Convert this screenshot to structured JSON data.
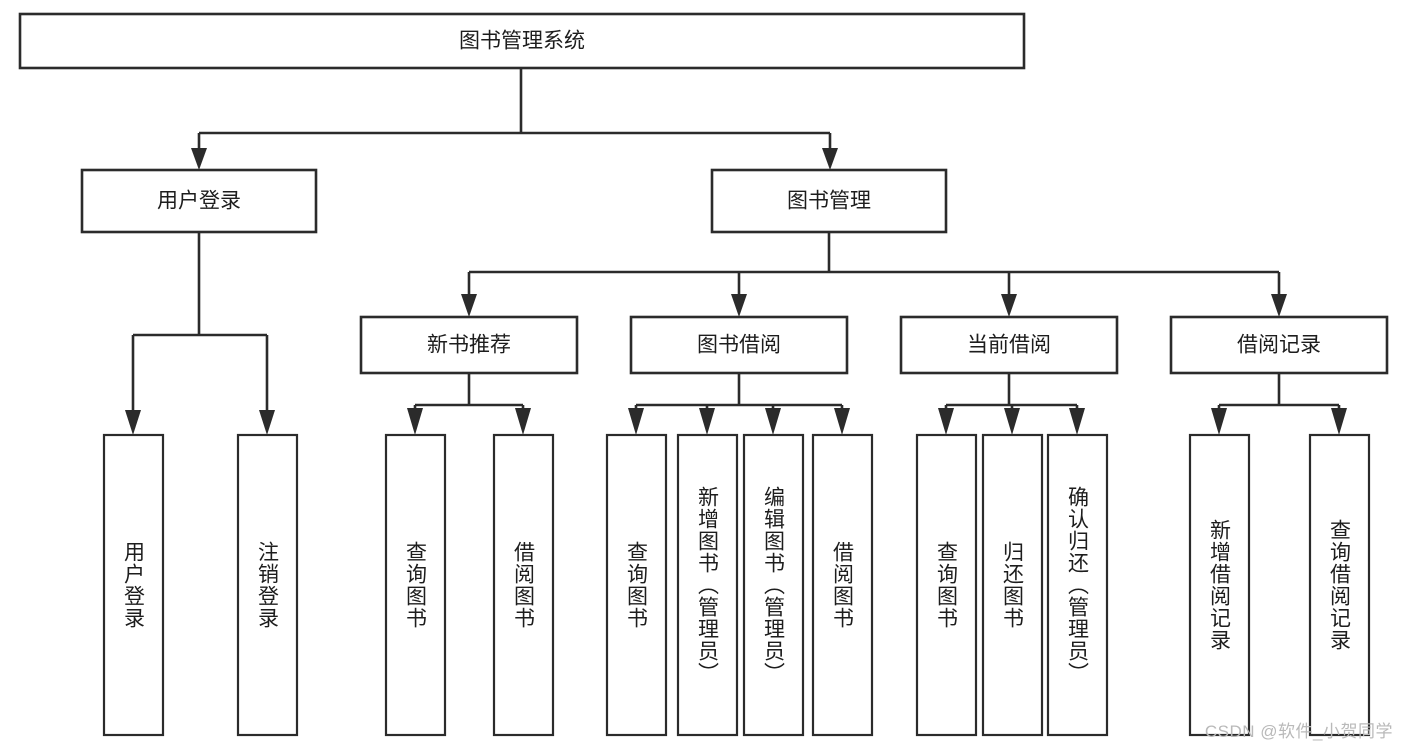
{
  "diagram": {
    "title": "图书管理系统",
    "type": "hierarchy-tree",
    "colors": {
      "box_border": "#2b2b2b",
      "box_fill": "#ffffff",
      "text": "#1d1d1d",
      "background": "#ffffff",
      "watermark": "#b9b9b9"
    },
    "levels": [
      {
        "level": 1,
        "nodes": [
          {
            "id": "root",
            "label": "图书管理系统",
            "orientation": "horizontal"
          }
        ]
      },
      {
        "level": 2,
        "nodes": [
          {
            "id": "user-login",
            "label": "用户登录",
            "orientation": "horizontal",
            "parent": "root"
          },
          {
            "id": "book-manage",
            "label": "图书管理",
            "orientation": "horizontal",
            "parent": "root"
          }
        ]
      },
      {
        "level": 3,
        "nodes": [
          {
            "id": "new-book-rec",
            "label": "新书推荐",
            "orientation": "horizontal",
            "parent": "book-manage"
          },
          {
            "id": "book-borrow",
            "label": "图书借阅",
            "orientation": "horizontal",
            "parent": "book-manage"
          },
          {
            "id": "current-borrow",
            "label": "当前借阅",
            "orientation": "horizontal",
            "parent": "book-manage"
          },
          {
            "id": "borrow-record",
            "label": "借阅记录",
            "orientation": "horizontal",
            "parent": "book-manage"
          }
        ]
      },
      {
        "level": 4,
        "nodes": [
          {
            "id": "leaf-user-login",
            "label": "用户登录",
            "orientation": "vertical",
            "parent": "user-login"
          },
          {
            "id": "leaf-logout",
            "label": "注销登录",
            "orientation": "vertical",
            "parent": "user-login"
          },
          {
            "id": "leaf-query-book-1",
            "label": "查询图书",
            "orientation": "vertical",
            "parent": "new-book-rec"
          },
          {
            "id": "leaf-borrow-book-1",
            "label": "借阅图书",
            "orientation": "vertical",
            "parent": "new-book-rec"
          },
          {
            "id": "leaf-query-book-2",
            "label": "查询图书",
            "orientation": "vertical",
            "parent": "book-borrow"
          },
          {
            "id": "leaf-add-book",
            "label": "新增图书（管理员）",
            "orientation": "vertical",
            "parent": "book-borrow"
          },
          {
            "id": "leaf-edit-book",
            "label": "编辑图书（管理员）",
            "orientation": "vertical",
            "parent": "book-borrow"
          },
          {
            "id": "leaf-borrow-book-2",
            "label": "借阅图书",
            "orientation": "vertical",
            "parent": "book-borrow"
          },
          {
            "id": "leaf-query-book-3",
            "label": "查询图书",
            "orientation": "vertical",
            "parent": "current-borrow"
          },
          {
            "id": "leaf-return-book",
            "label": "归还图书",
            "orientation": "vertical",
            "parent": "current-borrow"
          },
          {
            "id": "leaf-confirm-return",
            "label": "确认归还（管理员）",
            "orientation": "vertical",
            "parent": "current-borrow"
          },
          {
            "id": "leaf-add-record",
            "label": "新增借阅记录",
            "orientation": "vertical",
            "parent": "borrow-record"
          },
          {
            "id": "leaf-query-record",
            "label": "查询借阅记录",
            "orientation": "vertical",
            "parent": "borrow-record"
          }
        ]
      }
    ]
  },
  "watermark": {
    "text": "CSDN @软件_小贺同学"
  }
}
